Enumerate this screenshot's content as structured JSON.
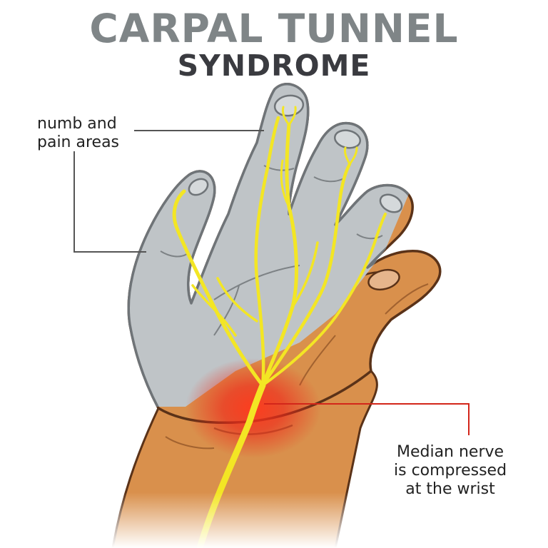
{
  "title": {
    "line1": "CARPAL TUNNEL",
    "line2": "SYNDROME"
  },
  "labels": {
    "numb_areas": [
      "numb and",
      "pain areas"
    ],
    "median_nerve": [
      "Median nerve",
      "is compressed",
      "at the wrist"
    ]
  },
  "colors": {
    "title_gray": "#7f8587",
    "title_dark": "#3a3b40",
    "skin": "#d9904c",
    "skin_outline": "#5a3218",
    "numb_gray": "#bfc4c7",
    "nerve": "#f3e624",
    "pain_red": "#ea2a16",
    "leader_gray": "#555555",
    "leader_red": "#d3261a"
  }
}
